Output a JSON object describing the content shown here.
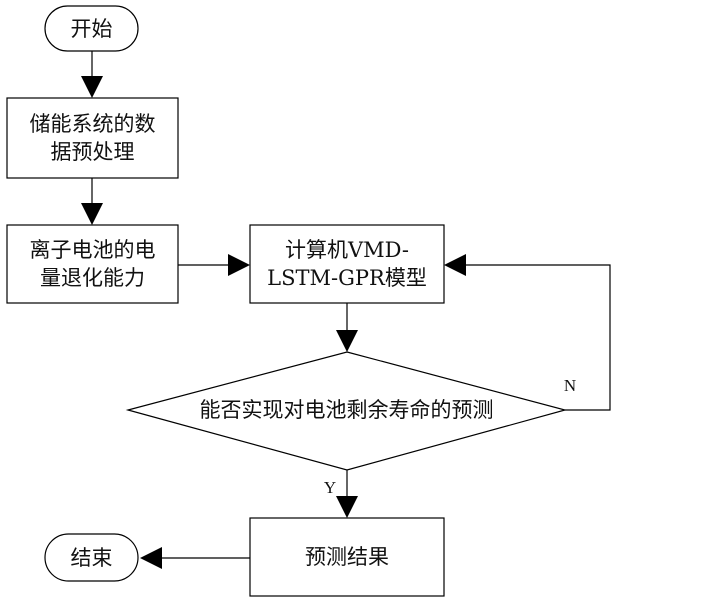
{
  "flowchart": {
    "nodes": {
      "start": {
        "label": "开始",
        "shape": "terminal"
      },
      "preprocess": {
        "label": "储能系统的数据预处理",
        "line1": "储能系统的数",
        "line2": "据预处理",
        "shape": "process"
      },
      "capacity": {
        "label": "离子电池的电量退化能力",
        "line1": "离子电池的电",
        "line2": "量退化能力",
        "shape": "process"
      },
      "model": {
        "label": "计算机VMD-LSTM-GPR模型",
        "line1": "计算机VMD-",
        "line2": "LSTM-GPR模型",
        "shape": "process"
      },
      "decision": {
        "label": "能否实现对电池剩余寿命的预测",
        "shape": "decision"
      },
      "result": {
        "label": "预测结果",
        "shape": "process"
      },
      "end": {
        "label": "结束",
        "shape": "terminal"
      }
    },
    "edges": [
      {
        "from": "start",
        "to": "preprocess",
        "label": ""
      },
      {
        "from": "preprocess",
        "to": "capacity",
        "label": ""
      },
      {
        "from": "capacity",
        "to": "model",
        "label": ""
      },
      {
        "from": "model",
        "to": "decision",
        "label": ""
      },
      {
        "from": "decision",
        "to": "model",
        "label": "N"
      },
      {
        "from": "decision",
        "to": "result",
        "label": "Y"
      },
      {
        "from": "result",
        "to": "end",
        "label": ""
      }
    ],
    "branch_labels": {
      "no": "N",
      "yes": "Y"
    },
    "colors": {
      "stroke": "#000000",
      "fill": "#ffffff",
      "text": "#111111"
    }
  }
}
